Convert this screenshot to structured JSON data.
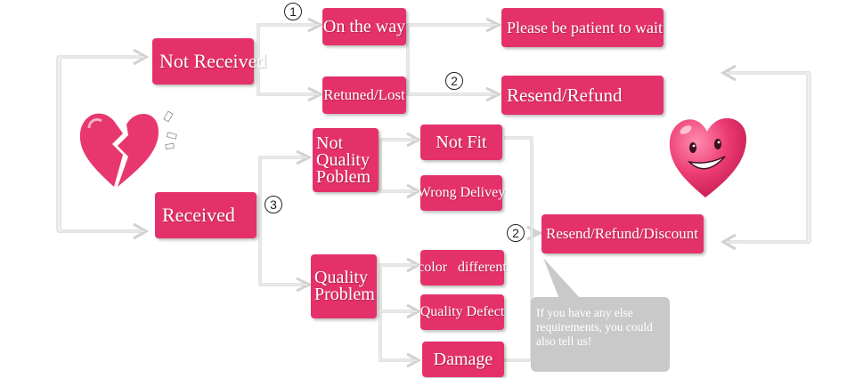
{
  "colors": {
    "box": "#e5316a",
    "arrow": "#cfcfcf",
    "bubble": "#c9c9c9"
  },
  "boxes": {
    "not_received": "Not Received",
    "received": "Received",
    "on_the_way": "On the way",
    "returned_lost": "Retuned/Lost",
    "please_wait": "Please be patient to wait",
    "resend_refund": "Resend/Refund",
    "not_quality": [
      "Not",
      "Quality",
      "Poblem"
    ],
    "quality": [
      "Quality",
      "Problem"
    ],
    "not_fit": "Not Fit",
    "wrong_delivery": "Wrong Delivey",
    "color_different": "color   different",
    "quality_defect": "Quality Defect",
    "damage": "Damage",
    "resend_refund_discount": "Resend/Refund/Discount"
  },
  "markers": {
    "one": "1",
    "two_top": "2",
    "three": "3",
    "two_right": "2"
  },
  "bubble": {
    "text": "If you have any else requirements, you could also tell us!"
  },
  "icons": {
    "broken_heart": "broken-heart-icon",
    "smiling_heart": "smiling-heart-icon"
  }
}
